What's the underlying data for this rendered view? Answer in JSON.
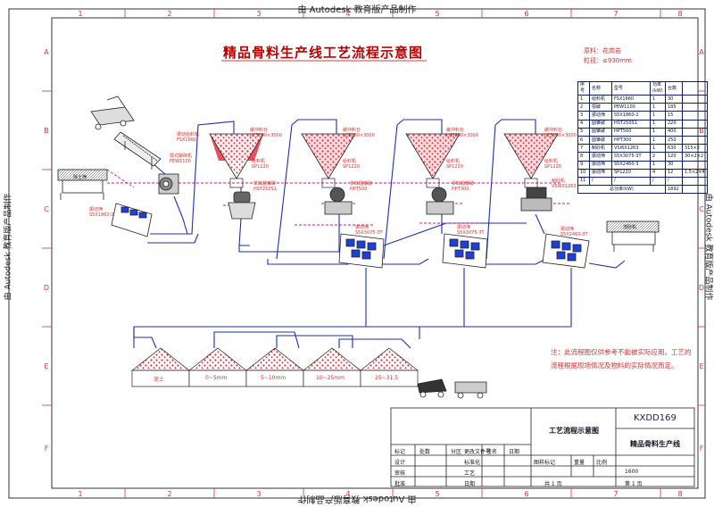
{
  "watermark": "由 Autodesk 教育版产品制作",
  "border": {
    "columns": [
      "1",
      "2",
      "3",
      "4",
      "5",
      "6",
      "7",
      "8"
    ],
    "rows": [
      "A",
      "B",
      "C",
      "D",
      "E",
      "F"
    ]
  },
  "title": "精品骨料生产线工艺流程示意图",
  "material": {
    "line1": "原料：花岗岩",
    "line2": "粒径：≤930mm"
  },
  "table": {
    "headers": [
      "序号",
      "名称",
      "型号",
      "功率(kW)",
      "台数"
    ],
    "rows": [
      [
        "1",
        "给料机",
        "FSX1660",
        "1",
        "30"
      ],
      [
        "2",
        "颚破",
        "PEW1100",
        "1",
        "185"
      ],
      [
        "3",
        "振动筛",
        "S5X1860-2",
        "1",
        "15"
      ],
      [
        "4",
        "圆锥破",
        "HST250S1",
        "1",
        "220"
      ],
      [
        "5",
        "圆锥破",
        "HPT500",
        "1",
        "400"
      ],
      [
        "6",
        "圆锥破",
        "HPT300",
        "1",
        "250"
      ],
      [
        "7",
        "制砂机",
        "VSI6X1263",
        "1",
        "630",
        "315×2"
      ],
      [
        "8",
        "振动筛",
        "S5X3075-3T",
        "2",
        "120",
        "30×2×2"
      ],
      [
        "9",
        "振动筛",
        "S5X2460-3",
        "1",
        "30",
        ""
      ],
      [
        "10",
        "振动筛",
        "SP1220",
        "4",
        "12",
        "1.5×2×4"
      ],
      [
        "11",
        "/",
        "/",
        "/",
        "/",
        ""
      ]
    ],
    "total_label": "总功率(kW)",
    "total_value": "1892"
  },
  "labels": {
    "feeder": "振动给料机\nFSX1660",
    "jaw": "颚式破碎机\nPEW1100",
    "screen1": "振动筛\nS5X1860-2",
    "silo1": "缓冲料仓\nLC3000×3000",
    "silo2": "缓冲料仓\nLC3000×3000",
    "silo3": "缓冲料仓\nLC3000×3000",
    "silo4": "缓冲料仓\nLC3000×3000",
    "gf1": "给料机\nSP1220",
    "gf2": "给料机\nSP1220",
    "gf3": "给料机\nSP1220",
    "gf4": "给料机\nSP1220",
    "cone1": "单缸圆锥破\nHST250S1",
    "cone2": "多缸圆锥破\nHPT500",
    "cone3": "多缸圆锥破\nHPT300",
    "sand": "制砂机\nVSI6X1263",
    "scr2": "振动筛\nS5X3075-3T",
    "scr3": "振动筛\nS5X3075-3T",
    "scr4": "振动筛\nS5X2460-3T",
    "washer": "洗砂机",
    "stocker": "除土筛"
  },
  "piles": [
    "泥土",
    "0~5mm",
    "5~10mm",
    "10~25mm",
    "25~31.5"
  ],
  "note": "注：此流程图仅供参考不能被实际应用。工艺的流程根据现场情况及物料的实际情况而定。",
  "titleblock": {
    "code": "KXDD169",
    "drawing_name": "工艺流程示意图",
    "project": "精品骨料生产线",
    "row1": [
      "标记",
      "处数",
      "分区",
      "更改文件号",
      "签名",
      "日期"
    ],
    "row2": [
      "设计",
      "",
      "",
      "标准化"
    ],
    "row3": [
      "审核",
      "",
      "",
      "工艺"
    ],
    "row4": [
      "批准",
      "",
      "",
      "日期"
    ],
    "stage": [
      "图样标记",
      "重量",
      "比例"
    ],
    "scale": "1600",
    "sheets": [
      "共 1 页",
      "第 1 页"
    ]
  }
}
